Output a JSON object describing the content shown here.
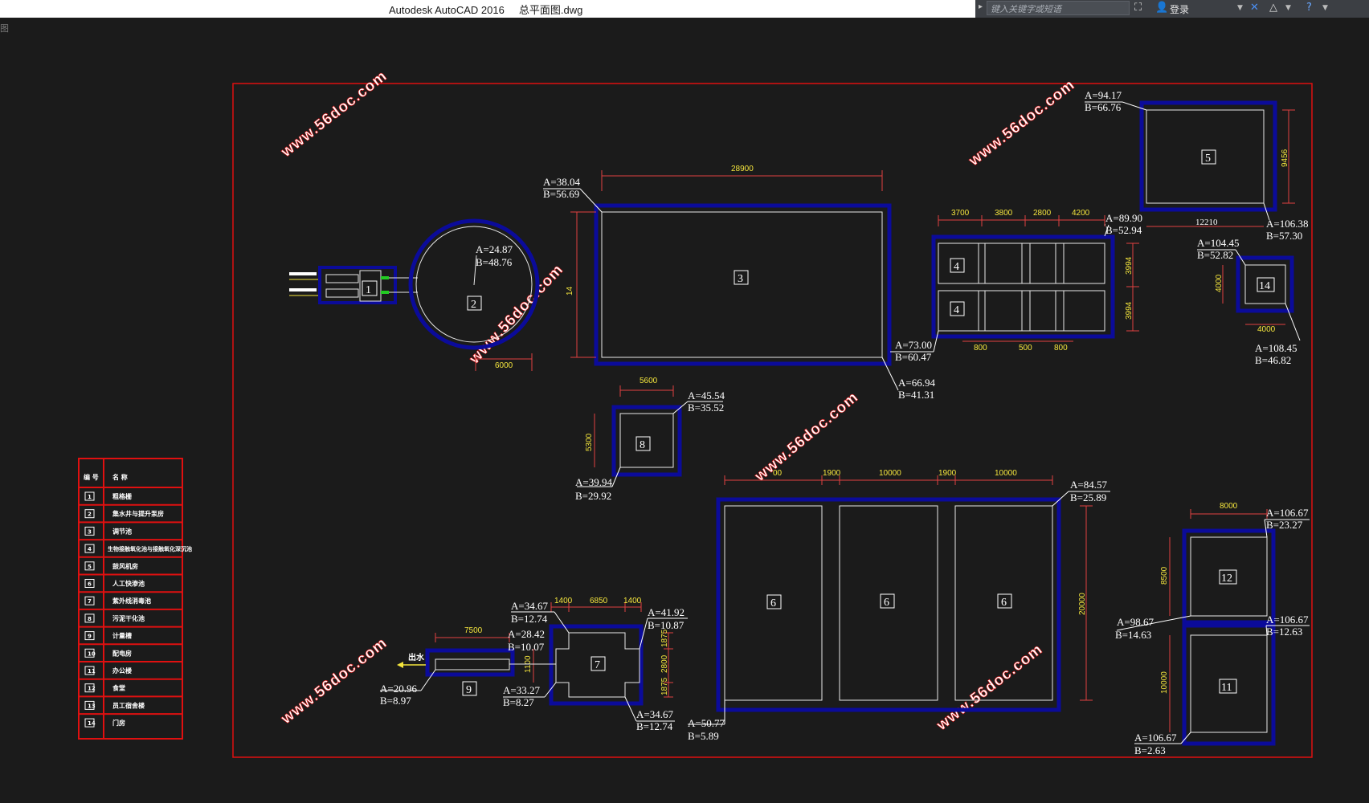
{
  "app": {
    "title": "Autodesk AutoCAD 2016     总平面图.dwg",
    "search_placeholder": "键入关键字或短语",
    "login_label": "登录",
    "corner_char": "图"
  },
  "colors": {
    "background": "#1b1b1b",
    "frame": "#e01010",
    "outline": "#0b0b9a",
    "structure": "#e8e8e8",
    "dimension": "#e04040",
    "dimension_text": "#f5e63d"
  },
  "icons": [
    "binoculars-icon",
    "user-icon",
    "exchange-x-icon",
    "triangle-network-icon",
    "help-icon"
  ],
  "watermark": "www.56doc.com",
  "facilities": {
    "n1": "1",
    "n2": "2",
    "n3": "3",
    "n4a": "4",
    "n4b": "4",
    "n5": "5",
    "n6a": "6",
    "n6b": "6",
    "n6c": "6",
    "n7": "7",
    "n8": "8",
    "n9": "9",
    "n11": "11",
    "n12": "12",
    "n14": "14"
  },
  "outflow_label": "出水",
  "coords": {
    "c1": {
      "a": "A=38.04",
      "b": "B=56.69"
    },
    "c2": {
      "a": "A=24.87",
      "b": "B=48.76"
    },
    "c3": {
      "a": "A=73.00",
      "b": "B=60.47"
    },
    "c4": {
      "a": "A=66.94",
      "b": "B=41.31"
    },
    "c5": {
      "a": "A=89.90",
      "b": "B=52.94"
    },
    "c6": {
      "a": "A=94.17",
      "b": "B=66.76"
    },
    "c7": {
      "a": "A=106.38",
      "b": "B=57.30"
    },
    "c8": {
      "a": "A=104.45",
      "b": "B=52.82"
    },
    "c9": {
      "a": "A=108.45",
      "b": "B=46.82"
    },
    "c10": {
      "a": "A=45.54",
      "b": "B=35.52"
    },
    "c11": {
      "a": "A=39.94",
      "b": "B=29.92"
    },
    "c12": {
      "a": "A=84.57",
      "b": "B=25.89"
    },
    "c13": {
      "a": "A=106.67",
      "b": "B=23.27"
    },
    "c14": {
      "a": "A=98.67",
      "b": "B=14.63"
    },
    "c15": {
      "a": "A=106.67",
      "b": "B=12.63"
    },
    "c16": {
      "a": "A=106.67",
      "b": "B=2.63"
    },
    "c17": {
      "a": "A=50.77",
      "b": "B=5.89"
    },
    "c18": {
      "a": "A=34.67",
      "b": "B=12.74"
    },
    "c19": {
      "a": "A=28.42",
      "b": "B=10.07"
    },
    "c20": {
      "a": "A=41.92",
      "b": "B=10.87"
    },
    "c21": {
      "a": "A=20.96",
      "b": "B=8.97"
    },
    "c22": {
      "a": "A=33.27",
      "b": "B=8.27"
    },
    "c23": {
      "a": "A=34.67",
      "b": "B=12.74"
    }
  },
  "dims": {
    "d28900": "28900",
    "d14": "14",
    "d6000": "6000",
    "d3700": "3700",
    "d3800": "3800",
    "d2800": "2800",
    "d4200": "4200",
    "d3994a": "3994",
    "d3994b": "3994",
    "d800a": "800",
    "d500": "500",
    "d800b": "800",
    "d9456": "9456",
    "d12210": "12210",
    "d4000v": "4000",
    "d4000h": "4000",
    "d5600": "5600",
    "d5300": "5300",
    "d_1900a": "1900",
    "d_10000a": "10000",
    "d_1900b": "1900",
    "d_10000b": "10000",
    "d_partial": "00",
    "d20000": "20000",
    "d8000": "8000",
    "d8500": "8500",
    "d10000v": "10000",
    "d1400a": "1400",
    "d6850": "6850",
    "d1400b": "1400",
    "d1875a": "1875",
    "d2800v": "2800",
    "d1875b": "1875",
    "d1100": "1100",
    "d7500": "7500"
  },
  "legend": {
    "header_no": "编 号",
    "header_name": "名              称",
    "rows": [
      {
        "no": "1",
        "name": "粗格栅"
      },
      {
        "no": "2",
        "name": "集水井与提升泵房"
      },
      {
        "no": "3",
        "name": "调节池"
      },
      {
        "no": "4",
        "name": "生物接触氧化池与接触氧化深沉池"
      },
      {
        "no": "5",
        "name": "鼓风机房"
      },
      {
        "no": "6",
        "name": "人工快渗池"
      },
      {
        "no": "7",
        "name": "紫外线消毒池"
      },
      {
        "no": "8",
        "name": "污泥干化池"
      },
      {
        "no": "9",
        "name": "计量槽"
      },
      {
        "no": "10",
        "name": "配电房"
      },
      {
        "no": "11",
        "name": "办公楼"
      },
      {
        "no": "12",
        "name": "食堂"
      },
      {
        "no": "13",
        "name": "员工宿舍楼"
      },
      {
        "no": "14",
        "name": "门房"
      }
    ]
  }
}
